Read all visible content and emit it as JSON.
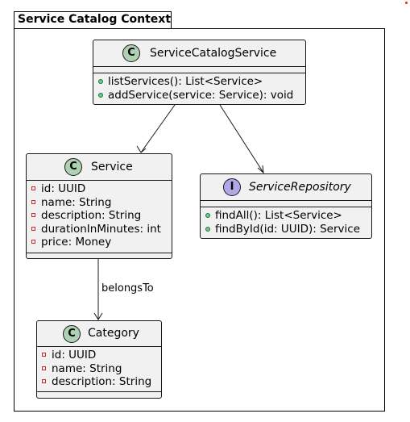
{
  "package": {
    "title": "Service Catalog Context"
  },
  "classes": {
    "service_catalog_service": {
      "stereotype": "C",
      "name": "ServiceCatalogService",
      "attributes": [],
      "methods": [
        {
          "visibility": "public",
          "text": "listServices(): List<Service>"
        },
        {
          "visibility": "public",
          "text": "addService(service: Service): void"
        }
      ]
    },
    "service": {
      "stereotype": "C",
      "name": "Service",
      "attributes": [
        {
          "visibility": "private",
          "text": "id: UUID"
        },
        {
          "visibility": "private",
          "text": "name: String"
        },
        {
          "visibility": "private",
          "text": "description: String"
        },
        {
          "visibility": "private",
          "text": "durationInMinutes: int"
        },
        {
          "visibility": "private",
          "text": "price: Money"
        }
      ],
      "methods": []
    },
    "service_repository": {
      "stereotype": "I",
      "name": "ServiceRepository",
      "attributes": [],
      "methods": [
        {
          "visibility": "public",
          "text": "findAll(): List<Service>"
        },
        {
          "visibility": "public",
          "text": "findById(id: UUID): Service"
        }
      ]
    },
    "category": {
      "stereotype": "C",
      "name": "Category",
      "attributes": [
        {
          "visibility": "private",
          "text": "id: UUID"
        },
        {
          "visibility": "private",
          "text": "name: String"
        },
        {
          "visibility": "private",
          "text": "description: String"
        }
      ],
      "methods": []
    }
  },
  "relations": [
    {
      "from": "ServiceCatalogService",
      "to": "Service",
      "label": ""
    },
    {
      "from": "ServiceCatalogService",
      "to": "ServiceRepository",
      "label": ""
    },
    {
      "from": "Service",
      "to": "Category",
      "label": "belongsTo"
    }
  ],
  "colors": {
    "class_fill": "#f1f1f1",
    "class_badge": "#add1b2",
    "interface_badge": "#b4a7e5",
    "private_marker": "#c82930",
    "public_marker": "#84be84",
    "stroke": "#181818"
  }
}
